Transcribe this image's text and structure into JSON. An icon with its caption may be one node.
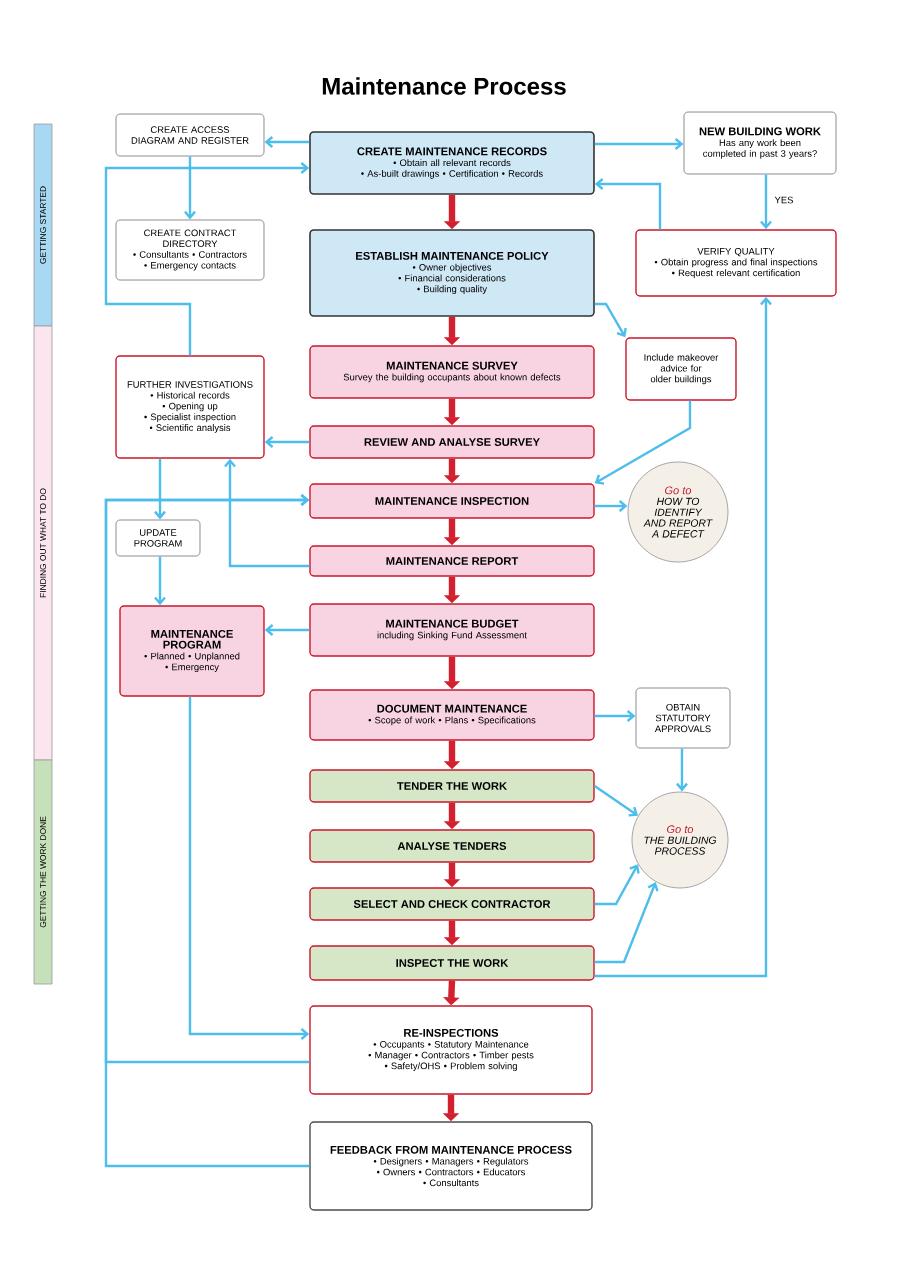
{
  "diagram": {
    "title": "Maintenance Process",
    "nodes": [
      {
        "text": [
          "CREATE ACCESS DIAGRAM AND REGISTER"
        ]
      },
      {
        "text": [
          "CREATE MAINTENANCE RECORDS",
          "• Obtain all relevant records",
          "• As-built drawings  • Certification  • Records"
        ]
      },
      {
        "text": [
          "NEW BUILDING WORK",
          "Has any work been completed in past 3 years?"
        ]
      },
      {
        "text": [
          "CREATE CONTRACT DIRECTORY",
          "• Consultants  • Contractors",
          "• Emergency contacts"
        ]
      },
      {
        "text": [
          "ESTABLISH MAINTENANCE POLICY",
          "• Owner objectives",
          "• Financial considerations",
          "• Building quality"
        ]
      },
      {
        "text": [
          "VERIFY QUALITY",
          "• Obtain progress and final inspections",
          "• Request relevant certification"
        ]
      },
      {
        "text": [
          "FURTHER INVESTIGATIONS",
          "• Historical records",
          "• Opening up",
          "• Specialist inspection",
          "• Scientific analysis"
        ]
      },
      {
        "text": [
          "MAINTENANCE SURVEY",
          "Survey the building occupants about known defects"
        ]
      },
      {
        "text": [
          "Include makeover advice for older buildings"
        ]
      },
      {
        "text": [
          "REVIEW AND ANALYSE SURVEY"
        ]
      },
      {
        "text": [
          "MAINTENANCE INSPECTION"
        ]
      },
      {
        "text": [
          "Go to",
          "HOW TO IDENTIFY AND REPORT A DEFECT"
        ]
      },
      {
        "text": [
          "UPDATE PROGRAM"
        ]
      },
      {
        "text": [
          "MAINTENANCE REPORT"
        ]
      },
      {
        "text": [
          "MAINTENANCE PROGRAM",
          "• Planned  • Unplanned",
          "• Emergency"
        ]
      },
      {
        "text": [
          "MAINTENANCE BUDGET",
          "including Sinking Fund Assessment"
        ]
      },
      {
        "text": [
          "DOCUMENT MAINTENANCE",
          "• Scope of work  • Plans  • Specifications"
        ]
      },
      {
        "text": [
          "OBTAIN STATUTORY APPROVALS"
        ]
      },
      {
        "text": [
          "TENDER THE WORK"
        ]
      },
      {
        "text": [
          "Go to",
          "THE BUILDING PROCESS"
        ]
      },
      {
        "text": [
          "ANALYSE TENDERS"
        ]
      },
      {
        "text": [
          "SELECT AND CHECK CONTRACTOR"
        ]
      },
      {
        "text": [
          "INSPECT THE WORK"
        ]
      },
      {
        "text": [
          "RE-INSPECTIONS",
          "• Occupants  • Statutory Maintenance",
          "• Manager  • Contractors  • Timber pests",
          "• Safety/OHS  • Problem solving"
        ]
      },
      {
        "text": [
          "FEEDBACK FROM MAINTENANCE PROCESS",
          "• Designers  • Managers  • Regulators",
          "• Owners  • Contractors  • Educators",
          "• Consultants"
        ]
      },
      {
        "text": [
          "GETTING STARTED"
        ]
      },
      {
        "text": [
          "FINDING OUT WHAT TO DO"
        ]
      },
      {
        "text": [
          "GETTING THE WORK DONE"
        ]
      }
    ],
    "edges": [
      {
        "from": 1,
        "to": 0,
        "arrow": "to"
      },
      {
        "from": 0,
        "to": 3,
        "arrow": "to"
      },
      {
        "from": 1,
        "to": 2,
        "arrow": "to"
      },
      {
        "from": 2,
        "to": 5,
        "arrow": "to",
        "label": "YES"
      },
      {
        "from": 5,
        "to": 1,
        "arrow": "to"
      },
      {
        "from": 6,
        "to": 1,
        "arrow": "to"
      },
      {
        "from": 23,
        "to": 10,
        "arrow": "to"
      },
      {
        "from": 24,
        "to": 10,
        "arrow": "to"
      },
      {
        "from": 6,
        "to": 12,
        "arrow": "to"
      },
      {
        "from": 13,
        "to": 6,
        "arrow": "to"
      },
      {
        "from": 12,
        "to": 14,
        "arrow": "to"
      },
      {
        "from": 9,
        "to": 6,
        "arrow": "to"
      },
      {
        "from": 15,
        "to": 14,
        "arrow": "to"
      },
      {
        "from": 14,
        "to": 23,
        "arrow": "to"
      },
      {
        "from": 4,
        "to": 8,
        "arrow": "to"
      },
      {
        "from": 8,
        "to": 10,
        "arrow": "to"
      },
      {
        "from": 10,
        "to": 11,
        "arrow": "to"
      },
      {
        "from": 16,
        "to": 17,
        "arrow": "to"
      },
      {
        "from": 17,
        "to": 19,
        "arrow": "to"
      },
      {
        "from": 18,
        "to": 19,
        "arrow": "to"
      },
      {
        "from": 21,
        "to": 19,
        "arrow": "to"
      },
      {
        "from": 22,
        "to": 19,
        "arrow": "to"
      },
      {
        "from": 22,
        "to": 5,
        "arrow": "to"
      },
      {
        "from": 1,
        "to": 4,
        "arrow": "to",
        "style": "thick",
        "color": "#d2202f"
      },
      {
        "from": 4,
        "to": 7,
        "arrow": "to",
        "style": "thick",
        "color": "#d2202f"
      },
      {
        "from": 7,
        "to": 9,
        "arrow": "to",
        "style": "thick",
        "color": "#d2202f"
      },
      {
        "from": 9,
        "to": 10,
        "arrow": "to",
        "style": "thick",
        "color": "#d2202f"
      },
      {
        "from": 10,
        "to": 13,
        "arrow": "to",
        "style": "thick",
        "color": "#d2202f"
      },
      {
        "from": 13,
        "to": 15,
        "arrow": "to",
        "style": "thick",
        "color": "#d2202f"
      },
      {
        "from": 15,
        "to": 16,
        "arrow": "to",
        "style": "thick",
        "color": "#d2202f"
      },
      {
        "from": 16,
        "to": 18,
        "arrow": "to",
        "style": "thick",
        "color": "#d2202f"
      },
      {
        "from": 18,
        "to": 20,
        "arrow": "to",
        "style": "thick",
        "color": "#d2202f"
      },
      {
        "from": 20,
        "to": 21,
        "arrow": "to",
        "style": "thick",
        "color": "#d2202f"
      },
      {
        "from": 21,
        "to": 22,
        "arrow": "to",
        "style": "thick",
        "color": "#d2202f"
      },
      {
        "from": 22,
        "to": 23,
        "arrow": "to",
        "style": "thick",
        "color": "#d2202f"
      },
      {
        "from": 23,
        "to": 24,
        "arrow": "to",
        "style": "thick",
        "color": "#d2202f"
      }
    ]
  }
}
